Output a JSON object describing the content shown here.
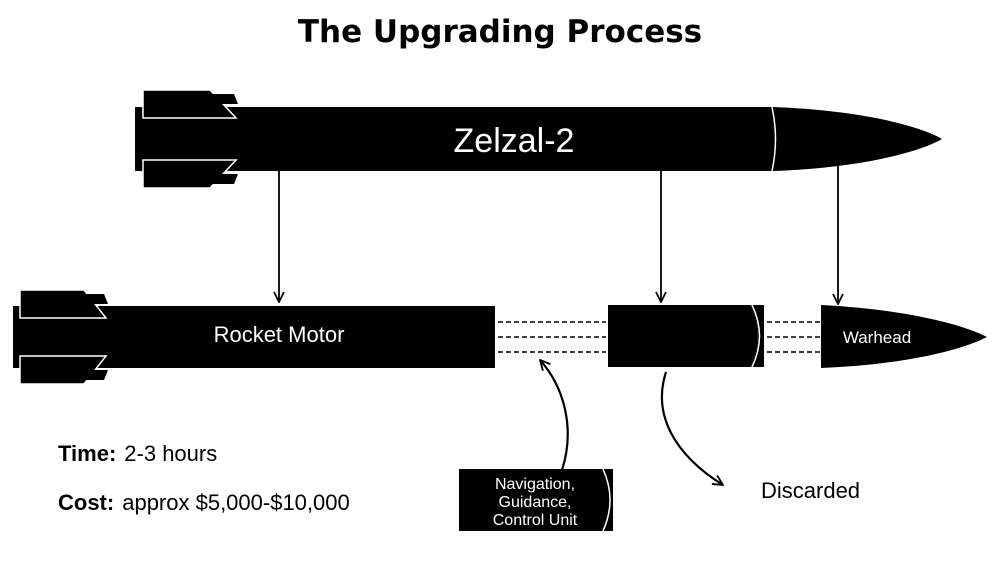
{
  "title": "The Upgrading Process",
  "missile": {
    "name": "Zelzal-2"
  },
  "components": {
    "motor": "Rocket Motor",
    "warhead": "Warhead",
    "unit_line1": "Navigation,",
    "unit_line2": "Guidance,",
    "unit_line3": "Control Unit",
    "discarded": "Discarded"
  },
  "info": {
    "time_label": "Time:",
    "time_value": "2-3 hours",
    "cost_label": "Cost:",
    "cost_value": "approx $5,000-$10,000"
  }
}
